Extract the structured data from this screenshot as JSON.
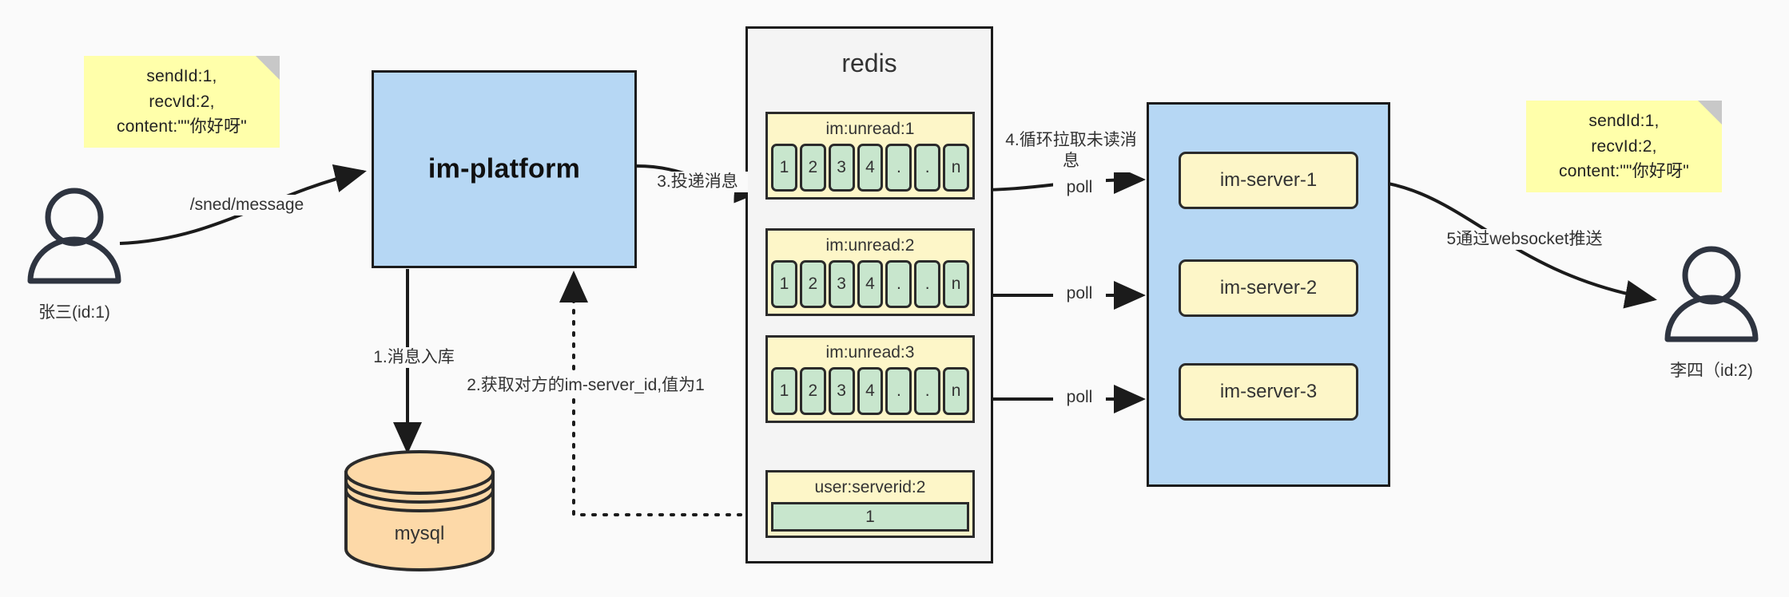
{
  "diagram": {
    "title": "IM message delivery architecture",
    "background": "#fafafa",
    "stroke": "#1b1b1b",
    "colors": {
      "note_yellow": "#ffffaa",
      "box_blue": "#b6d7f4",
      "redis_gray": "#f4f4f4",
      "key_yellow": "#fdf6c8",
      "cell_green": "#c8e6cd",
      "db_orange": "#fdd9a8",
      "actor_navy": "#2e3440"
    }
  },
  "notes": {
    "left": "sendId:1,\nrecvId:2,\ncontent:\"\"你好呀\"",
    "right": "sendId:1,\nrecvId:2,\ncontent:\"\"你好呀\""
  },
  "actors": {
    "sender": {
      "label": "张三(id:1)",
      "icon": "user-icon"
    },
    "receiver": {
      "label": "李四（id:2)",
      "icon": "user-icon"
    }
  },
  "platform": {
    "label": "im-platform"
  },
  "database": {
    "label": "mysql",
    "icon": "database-cylinder-icon"
  },
  "redis": {
    "title": "redis",
    "keys": [
      {
        "name": "im:unread:1",
        "cells": [
          "1",
          "2",
          "3",
          "4",
          ".",
          ".",
          "n"
        ]
      },
      {
        "name": "im:unread:2",
        "cells": [
          "1",
          "2",
          "3",
          "4",
          ".",
          ".",
          "n"
        ]
      },
      {
        "name": "im:unread:3",
        "cells": [
          "1",
          "2",
          "3",
          "4",
          ".",
          ".",
          "n"
        ]
      }
    ],
    "serverid_key": {
      "name": "user:serverid:2",
      "value": "1"
    }
  },
  "servers": {
    "items": [
      {
        "label": "im-server-1"
      },
      {
        "label": "im-server-2"
      },
      {
        "label": "im-server-3"
      }
    ]
  },
  "edges": {
    "send_message": "/sned/message",
    "step1": "1.消息入库",
    "step2": "2.获取对方的im-server_id,值为1",
    "step3": "3.投递消息",
    "step4": "4.循环拉取未读消\n息",
    "poll1": "poll",
    "poll2": "poll",
    "poll3": "poll",
    "step5": "5通过websocket推送"
  }
}
